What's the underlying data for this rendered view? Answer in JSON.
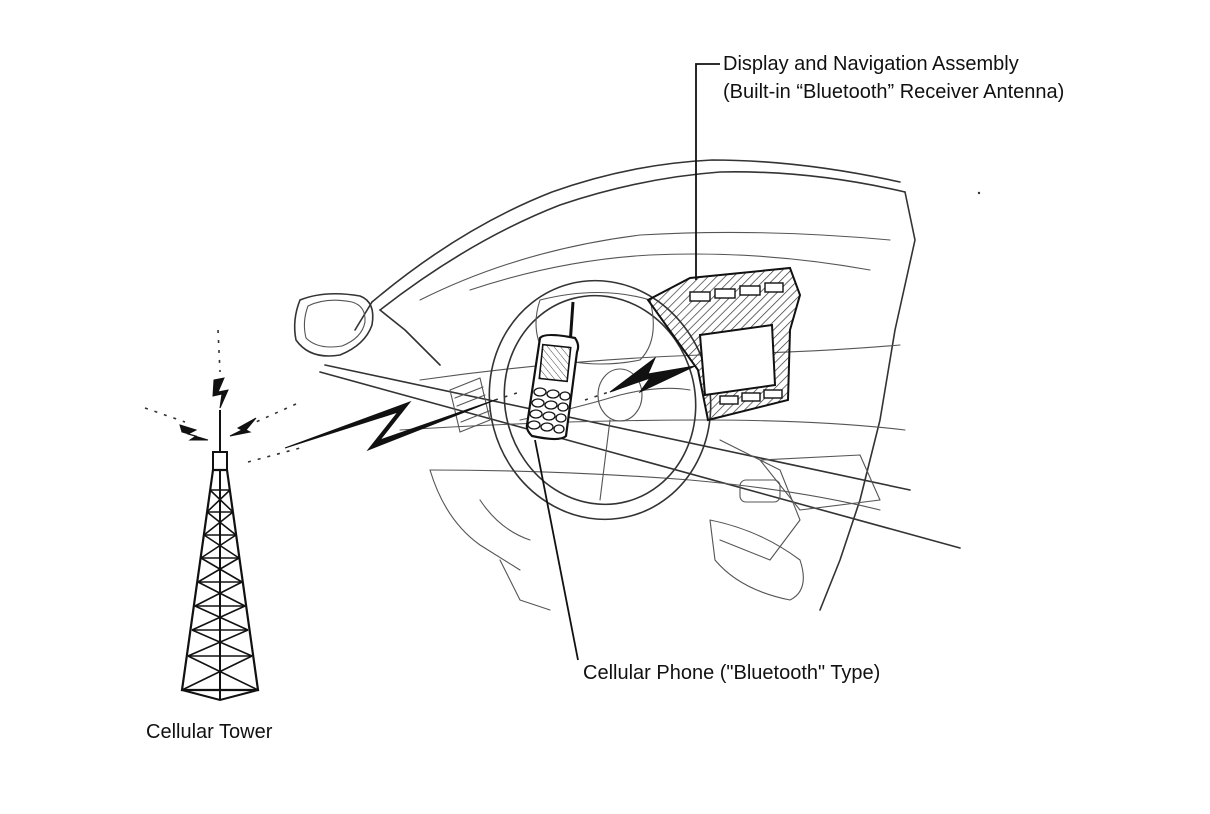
{
  "labels": {
    "display_line1": "Display and Navigation Assembly",
    "display_line2": "(Built-in “Bluetooth” Receiver Antenna)",
    "phone": "Cellular Phone (\"Bluetooth\" Type)",
    "tower": "Cellular Tower"
  },
  "icons": [
    "cellular-tower-icon",
    "cellular-phone-icon",
    "display-navigation-assembly-icon",
    "lightning-signal-icon"
  ]
}
